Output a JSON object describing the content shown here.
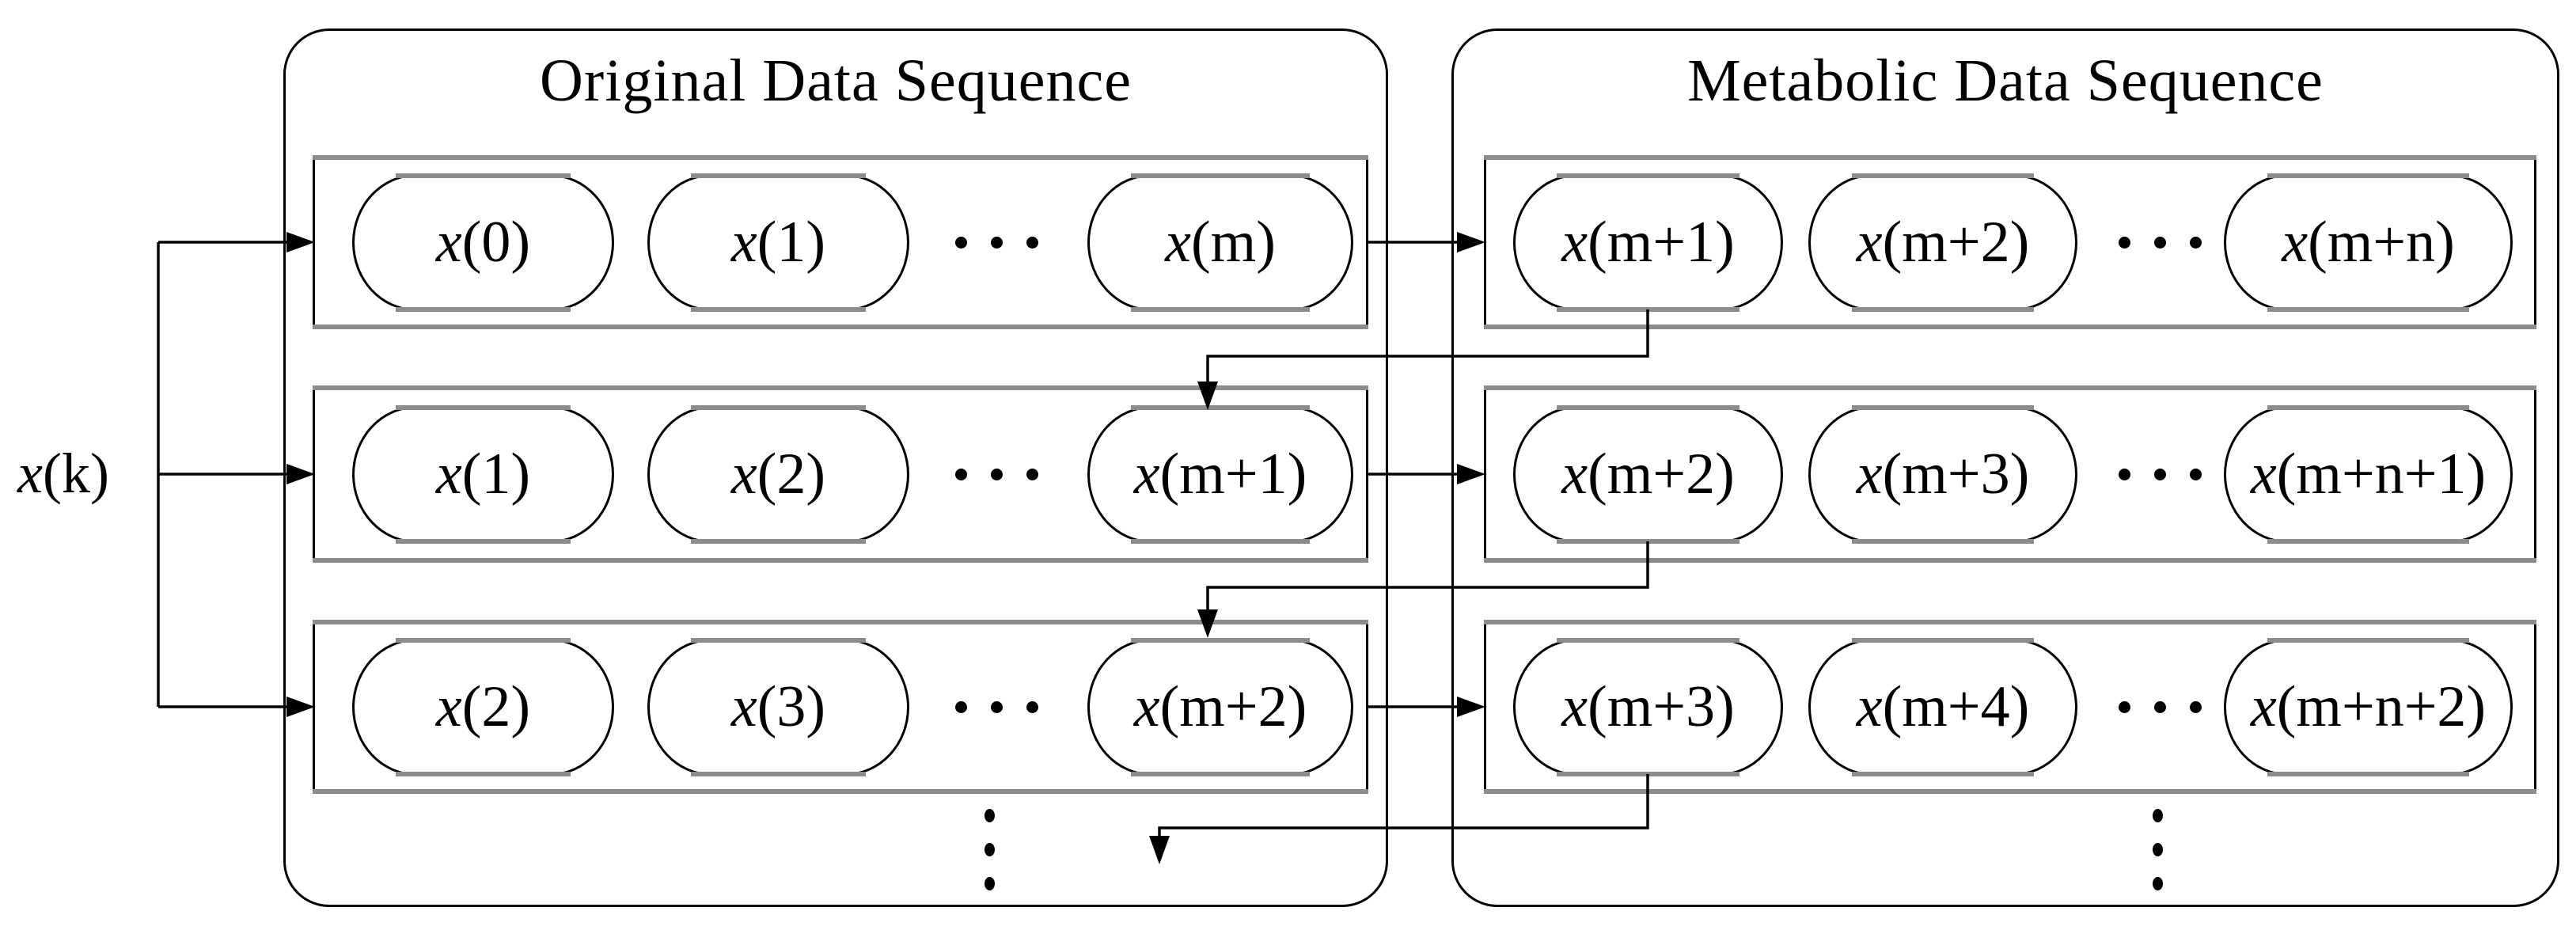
{
  "figure": {
    "background": "#ffffff",
    "line_color": "#000000",
    "shadow_color": "#8c8c8c",
    "input_label": "x(k)",
    "horizontal_ellipsis": "···",
    "vertical_ellipsis": "⋮",
    "left_panel": {
      "title": "Original Data Sequence",
      "rows": [
        {
          "nodes": [
            "x(0)",
            "x(1)",
            "x(m)"
          ]
        },
        {
          "nodes": [
            "x(1)",
            "x(2)",
            "x(m+1)"
          ]
        },
        {
          "nodes": [
            "x(2)",
            "x(3)",
            "x(m+2)"
          ]
        }
      ]
    },
    "right_panel": {
      "title": "Metabolic Data Sequence",
      "rows": [
        {
          "nodes": [
            "x(m+1)",
            "x(m+2)",
            "x(m+n)"
          ]
        },
        {
          "nodes": [
            "x(m+2)",
            "x(m+3)",
            "x(m+n+1)"
          ]
        },
        {
          "nodes": [
            "x(m+3)",
            "x(m+4)",
            "x(m+n+2)"
          ]
        }
      ]
    }
  }
}
